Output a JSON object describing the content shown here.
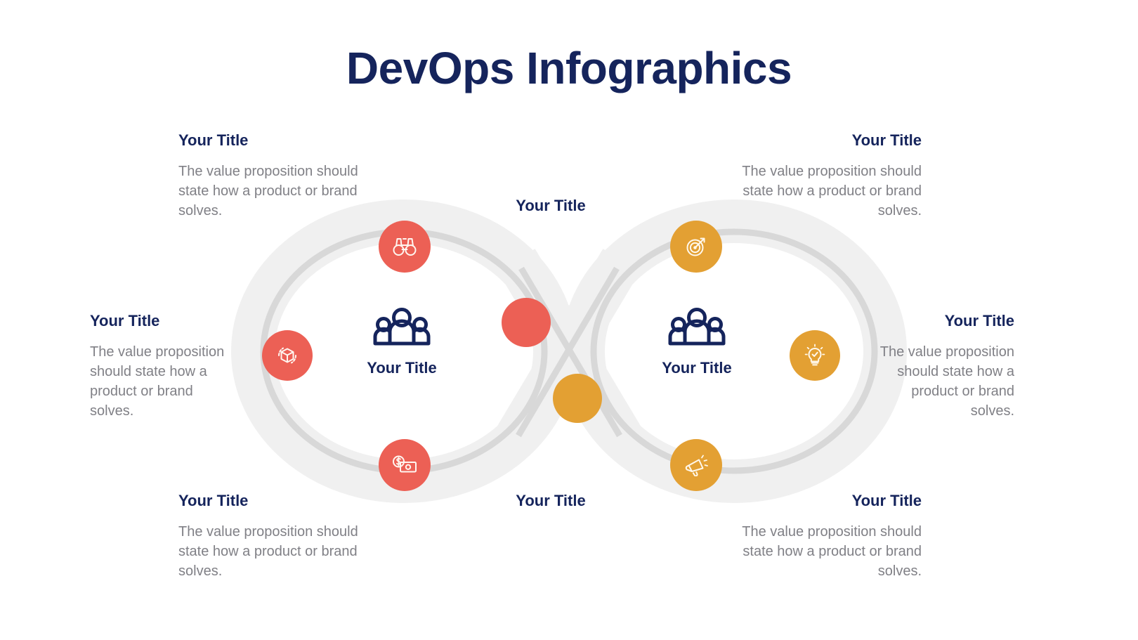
{
  "title": "DevOps Infographics",
  "colors": {
    "navy": "#15245C",
    "red": "#EC6055",
    "orange": "#E3A033",
    "body_text": "#808086",
    "band": "#F0F0F0",
    "band_line": "#D8D8D8",
    "background": "#FFFFFF"
  },
  "hubs": [
    {
      "label": "Your Title",
      "icon": "people-group-icon",
      "side": "left"
    },
    {
      "label": "Your Title",
      "icon": "people-group-icon",
      "side": "right"
    }
  ],
  "center_headings": [
    {
      "label": "Your Title",
      "position": "top-center"
    },
    {
      "label": "Your Title",
      "position": "bottom-center"
    }
  ],
  "blocks": [
    {
      "position": "top-left",
      "heading": "Your Title",
      "body": "The value proposition should state how a product or brand solves.",
      "align": "left"
    },
    {
      "position": "middle-left",
      "heading": "Your Title",
      "body": "The value proposition should state how a product or brand solves.",
      "align": "left"
    },
    {
      "position": "bottom-left",
      "heading": "Your Title",
      "body": "The value proposition should state how a product or brand solves.",
      "align": "left"
    },
    {
      "position": "top-right",
      "heading": "Your Title",
      "body": "The value proposition should state how a product or brand solves.",
      "align": "right"
    },
    {
      "position": "middle-right",
      "heading": "Your Title",
      "body": "The value proposition should state how a product or brand solves.",
      "align": "right"
    },
    {
      "position": "bottom-right",
      "heading": "Your Title",
      "body": "The value proposition should state how a product or brand solves.",
      "align": "right"
    }
  ],
  "nodes": [
    {
      "icon": "binoculars-icon",
      "color": "red",
      "position": "left-loop-top"
    },
    {
      "icon": "package-refresh-icon",
      "color": "red",
      "position": "left-loop-left"
    },
    {
      "icon": "money-dollar-icon",
      "color": "red",
      "position": "left-loop-bottom"
    },
    {
      "icon": "plain-dot-icon",
      "color": "red",
      "position": "crossing-upper"
    },
    {
      "icon": "plain-dot-icon",
      "color": "orange",
      "position": "crossing-lower"
    },
    {
      "icon": "target-icon",
      "color": "orange",
      "position": "right-loop-top"
    },
    {
      "icon": "lightbulb-check-icon",
      "color": "orange",
      "position": "right-loop-right"
    },
    {
      "icon": "megaphone-icon",
      "color": "orange",
      "position": "right-loop-bottom"
    }
  ]
}
